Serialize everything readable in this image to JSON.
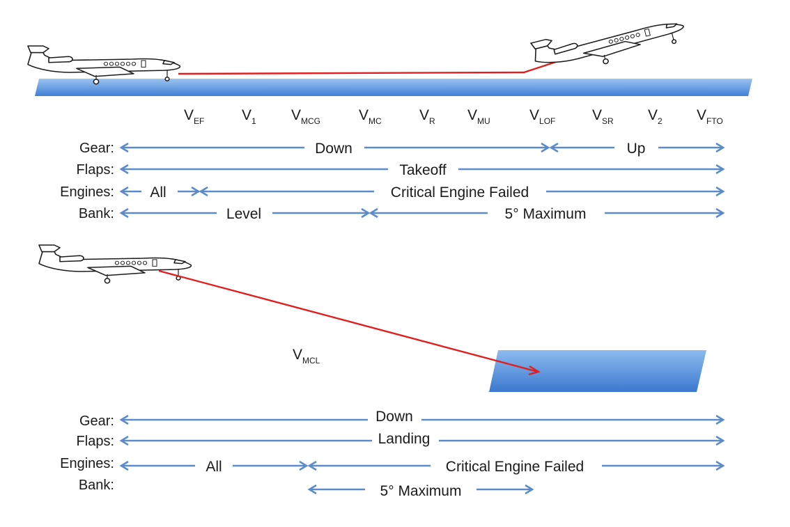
{
  "takeoff": {
    "speeds": [
      {
        "base": "V",
        "sub": "EF"
      },
      {
        "base": "V",
        "sub": "1"
      },
      {
        "base": "V",
        "sub": "MCG"
      },
      {
        "base": "V",
        "sub": "MC"
      },
      {
        "base": "V",
        "sub": "R"
      },
      {
        "base": "V",
        "sub": "MU"
      },
      {
        "base": "V",
        "sub": "LOF"
      },
      {
        "base": "V",
        "sub": "SR"
      },
      {
        "base": "V",
        "sub": "2"
      },
      {
        "base": "V",
        "sub": "FTO"
      }
    ],
    "rows": [
      {
        "label": "Gear:",
        "segments": [
          "Down",
          "Up"
        ]
      },
      {
        "label": "Flaps:",
        "segments": [
          "Takeoff"
        ]
      },
      {
        "label": "Engines:",
        "segments": [
          "All",
          "Critical Engine Failed"
        ]
      },
      {
        "label": "Bank:",
        "segments": [
          "Level",
          "5° Maximum"
        ]
      }
    ]
  },
  "landing": {
    "speed": {
      "base": "V",
      "sub": "MCL"
    },
    "rows": [
      {
        "label": "Gear:",
        "segments": [
          "Down"
        ]
      },
      {
        "label": "Flaps:",
        "segments": [
          "Landing"
        ]
      },
      {
        "label": "Engines:",
        "segments": [
          "All",
          "Critical Engine Failed"
        ]
      },
      {
        "label": "Bank:",
        "segments": [
          "5° Maximum"
        ]
      }
    ]
  },
  "colors": {
    "arrow": "#5b8bc9",
    "flight_path": "#e02020",
    "runway_top": "#9cc4ef",
    "runway_bottom": "#3f7fd6"
  },
  "icons": [
    "jet-aircraft-icon"
  ]
}
